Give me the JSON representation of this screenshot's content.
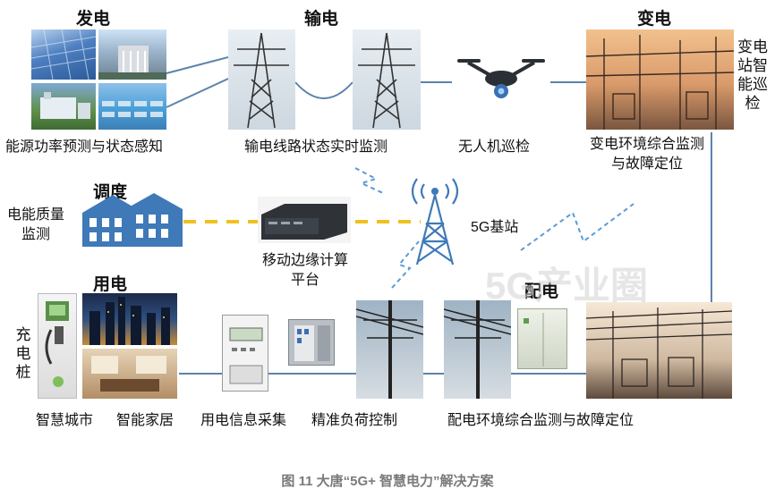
{
  "sections": {
    "generation": "发电",
    "transmission": "输电",
    "substation": "变电",
    "dispatch": "调度",
    "consumption": "用电",
    "distribution": "配电"
  },
  "labels": {
    "gen_forecast": "能源功率预测与状态感知",
    "line_monitor": "输电线路状态实时监测",
    "drone": "无人机巡检",
    "substation_monitor": "变电环境综合监测与故障定位",
    "substation_patrol": "变电站智能巡检",
    "power_quality": "电能质量监测",
    "mec": "移动边缘计算平台",
    "base_station": "5G基站",
    "charging": "充电桩",
    "smart_city": "智慧城市",
    "smart_home": "智能家居",
    "info_collect": "用电信息采集",
    "load_control": "精准负荷控制",
    "dist_monitor": "配电环境综合监测与故障定位"
  },
  "watermark": "5G产业圈",
  "caption": "图 11 大唐“5G+ 智慧电力”解决方案",
  "colors": {
    "line": "#5b83ad",
    "dash_yellow": "#f0c020",
    "dash_blue": "#5b9bd5",
    "building": "#3f79b8"
  }
}
